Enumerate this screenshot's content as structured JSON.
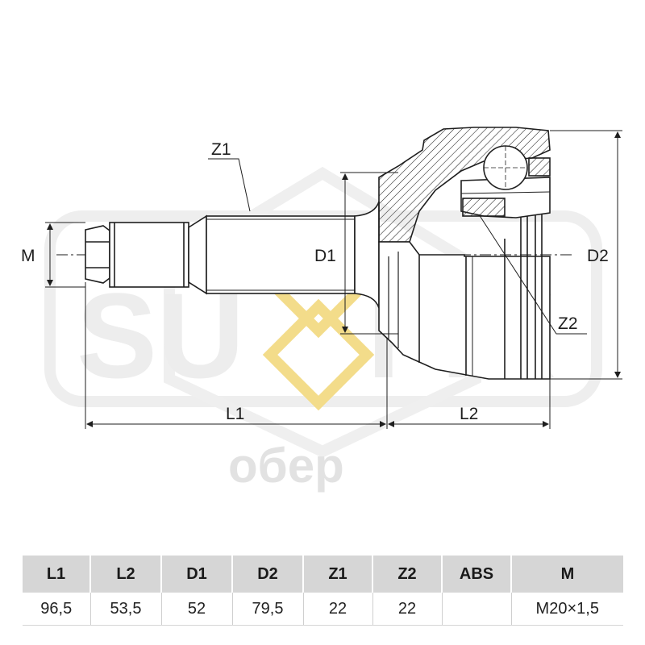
{
  "watermark": {
    "letters_left": "SU",
    "letters_right": "FIX",
    "brand": "обер"
  },
  "drawing_labels": {
    "z1": "Z1",
    "z2": "Z2",
    "m": "M",
    "d1": "D1",
    "d2": "D2",
    "l1": "L1",
    "l2": "L2"
  },
  "spec_table": {
    "headers": [
      "L1",
      "L2",
      "D1",
      "D2",
      "Z1",
      "Z2",
      "ABS",
      "M"
    ],
    "values": [
      "96,5",
      "53,5",
      "52",
      "79,5",
      "22",
      "22",
      "",
      "M20×1,5"
    ]
  },
  "colors": {
    "line": "#1e1e1e",
    "watermark_gold": "#f3dc8a",
    "watermark_gray": "#ececec",
    "header_bg": "#d6d6d6"
  }
}
